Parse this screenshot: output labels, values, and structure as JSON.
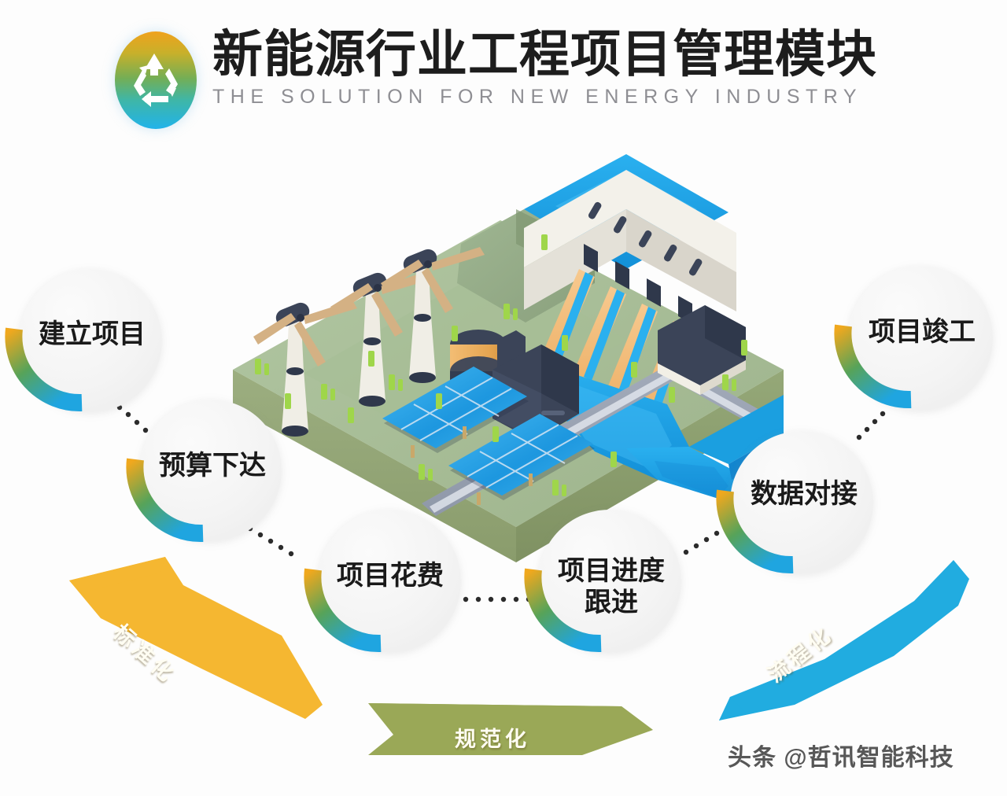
{
  "page": {
    "background_color": "#fdfdfd",
    "watermark": "头条 @哲讯智能科技"
  },
  "header": {
    "title_cn": "新能源行业工程项目管理模块",
    "title_en": "THE SOLUTION FOR NEW ENERGY INDUSTRY",
    "logo_icon": "recycle-icon",
    "logo_gradient": [
      "#f0a21d",
      "#74ae55",
      "#21b3ea"
    ]
  },
  "accent_colors": {
    "orange": "#f0a81e",
    "green": "#5aa05a",
    "blue": "#1fa5e0",
    "banner_orange": "#f5b731",
    "banner_green": "#9aa857",
    "banner_blue": "#21ace0",
    "island_top": "#a9c098",
    "island_side": "#8d9c6e",
    "water": "#1b9fe0",
    "road": "#97a0b0",
    "turbine_nacelle": "#3a4357",
    "turbine_blade": "#d4b184",
    "solar_panel": "#2aa5e8",
    "tank_body": "#f0b463",
    "plant_dark": "#3a4357",
    "dam_wall": "#f1efe8"
  },
  "steps": [
    {
      "id": "establish-project",
      "label": "建立项目",
      "lines": [
        "建立项目"
      ]
    },
    {
      "id": "budget-release",
      "label": "预算下达",
      "lines": [
        "预算下达"
      ]
    },
    {
      "id": "project-cost",
      "label": "项目花费",
      "lines": [
        "项目花费"
      ]
    },
    {
      "id": "progress-tracking",
      "label": "项目进度跟进",
      "lines": [
        "项目进度",
        "跟进"
      ]
    },
    {
      "id": "data-integration",
      "label": "数据对接",
      "lines": [
        "数据对接"
      ]
    },
    {
      "id": "project-completion",
      "label": "项目竣工",
      "lines": [
        "项目竣工"
      ]
    }
  ],
  "banners": [
    {
      "id": "standardization",
      "label": "标准化",
      "color": "#f5b731"
    },
    {
      "id": "normalization",
      "label": "规范化",
      "color": "#9aa857"
    },
    {
      "id": "process-oriented",
      "label": "流程化",
      "color": "#21ace0"
    }
  ],
  "scene": {
    "name": "new-energy-isometric-island",
    "elements": [
      "wind-turbine",
      "wind-turbine",
      "wind-turbine",
      "hydro-dam",
      "solar-panel-array",
      "storage-tank",
      "power-plant-building",
      "substation-building",
      "river",
      "road",
      "reservoir",
      "grass-tufts"
    ]
  }
}
